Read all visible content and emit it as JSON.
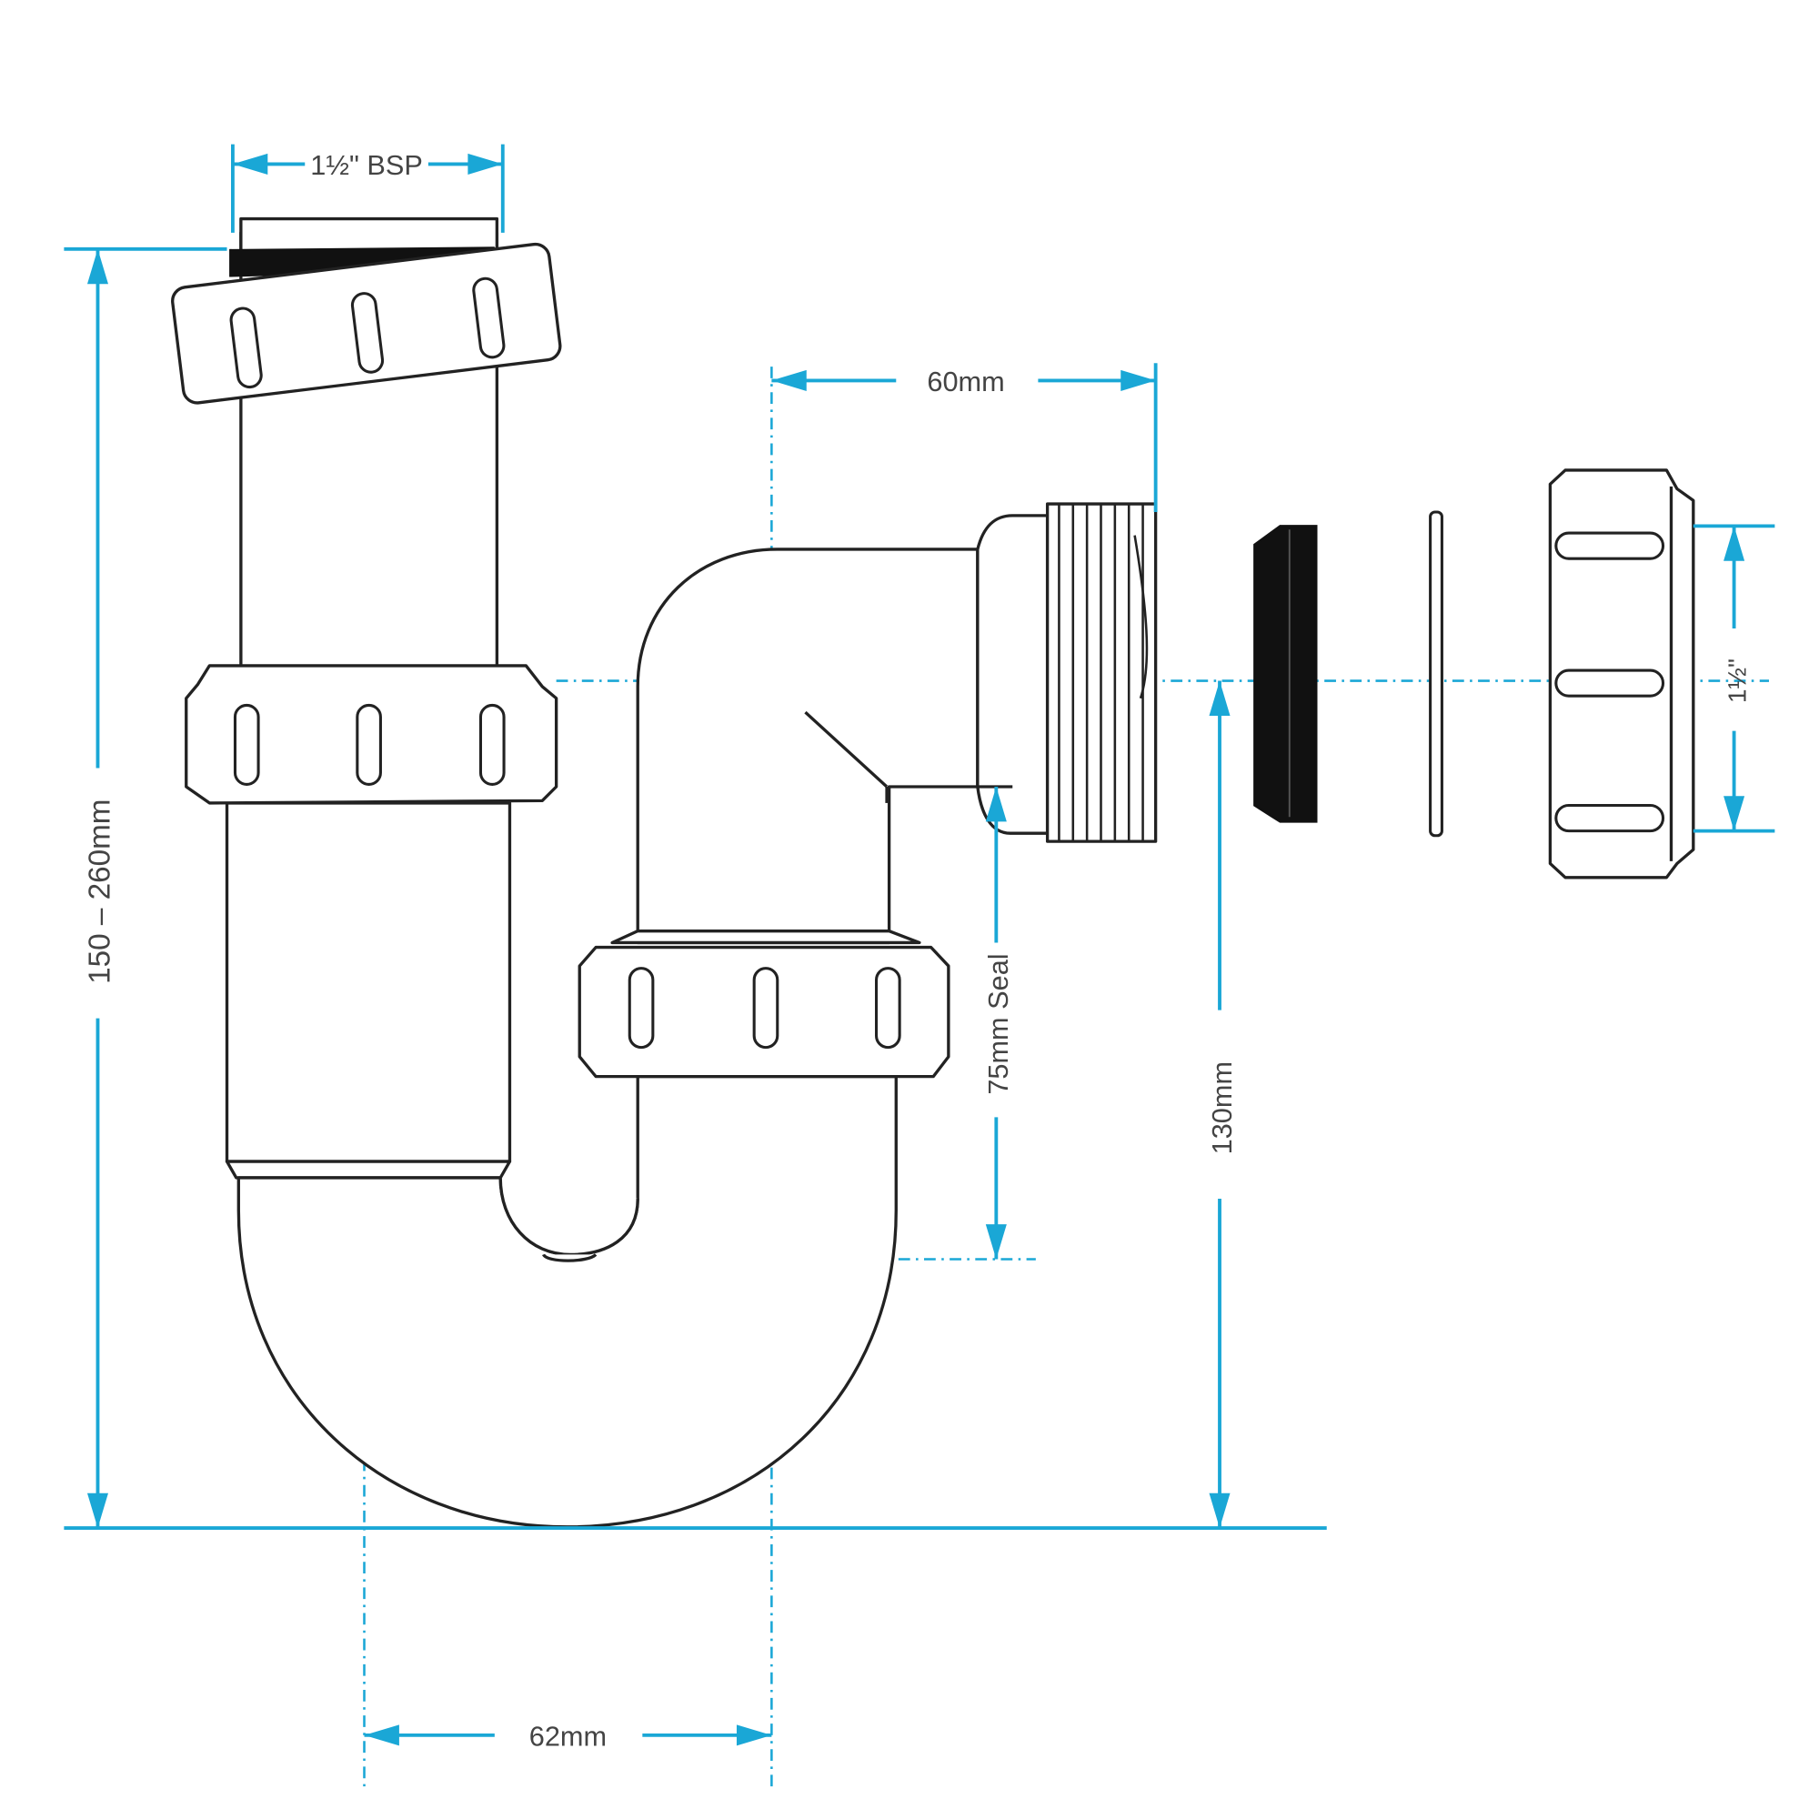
{
  "dimensions": {
    "bsp_label": "1½\" BSP",
    "height_range_label": "150 – 260mm",
    "outlet_length_label": "60mm",
    "seal_label": "75mm Seal",
    "outlet_height_label": "130mm",
    "outlet_size_label": "1½\"",
    "spacing_label": "62mm"
  },
  "colors": {
    "dimension_lines": "#1aa7d6",
    "outline": "#222222",
    "seal_washer": "#111111"
  }
}
